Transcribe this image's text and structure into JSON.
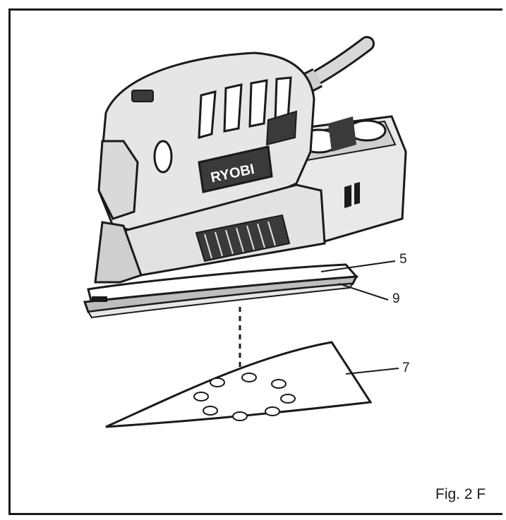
{
  "diagram": {
    "brand_text": "RYOBI",
    "callouts": [
      {
        "id": "5",
        "label": "5"
      },
      {
        "id": "9",
        "label": "9"
      },
      {
        "id": "7",
        "label": "7"
      }
    ],
    "caption": "Fig. 2 F"
  },
  "colors": {
    "line": "#1a1a1a",
    "body_light": "#e6e6e6",
    "body_mid": "#bdbdbd",
    "body_dark": "#4a4a4a",
    "paper": "#ffffff"
  },
  "icons": [
    "sander-illustration",
    "sanding-sheet-illustration",
    "attach-guide-line"
  ]
}
